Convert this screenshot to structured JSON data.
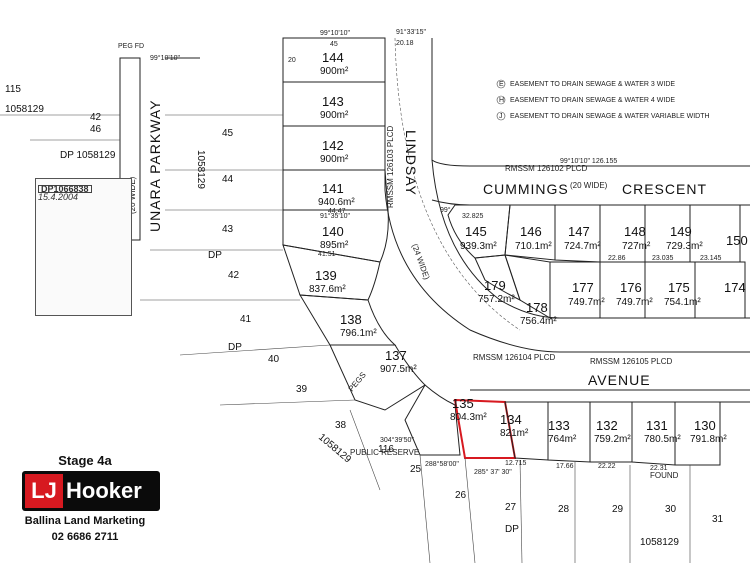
{
  "streets": {
    "lindsay": "LINDSAY",
    "cummings": "CUMMINGS",
    "crescent": "CRESCENT",
    "avenue": "AVENUE",
    "parkway": "UNARA PARKWAY",
    "parkway_width": "(20 WIDE)",
    "lindsay_width": "(24 WIDE)",
    "cummings_width": "(20 WIDE)"
  },
  "legend": [
    "EASEMENT TO DRAIN SEWAGE & WATER 3 WIDE",
    "EASEMENT TO DRAIN SEWAGE & WATER 4 WIDE",
    "EASEMENT TO DRAIN SEWAGE & WATER VARIABLE WIDTH"
  ],
  "legend_keys": [
    "E",
    "H",
    "J"
  ],
  "plans": {
    "dp_1058129_top": "DP 1058129",
    "dp_1058129_left": "1058129",
    "dp_1058129_bottom": "1058129",
    "dp_1058129_right": "1058129",
    "dp_left": "DP",
    "dp_left2": "DP",
    "dp_bottom": "DP",
    "lot_115": "115",
    "lot_115_dp": "1058129",
    "rmssm_1": "RMSSM 126103 PLCD",
    "rmssm_2": "RMSSM 126102 PLCD",
    "rmssm_3": "RMSSM 126104 PLCD",
    "rmssm_4": "RMSSM 126105 PLCD",
    "public_reserve": "PUBLIC RESERVE",
    "pegs": "PEGS",
    "found": "FOUND"
  },
  "certificate": {
    "dp_number": "DP1066838",
    "date": "15.4.2004"
  },
  "lots": [
    {
      "id": "144",
      "area": "900m²"
    },
    {
      "id": "143",
      "area": "900m²"
    },
    {
      "id": "142",
      "area": "900m²"
    },
    {
      "id": "141",
      "area": "940.6m²"
    },
    {
      "id": "140",
      "area": "895m²"
    },
    {
      "id": "139",
      "area": "837.6m²"
    },
    {
      "id": "138",
      "area": "796.1m²"
    },
    {
      "id": "137",
      "area": "907.5m²"
    },
    {
      "id": "135",
      "area": "804.3m²"
    },
    {
      "id": "134",
      "area": "821m²"
    },
    {
      "id": "133",
      "area": "764m²"
    },
    {
      "id": "132",
      "area": "759.2m²"
    },
    {
      "id": "131",
      "area": "780.5m²"
    },
    {
      "id": "130",
      "area": "791.8m²"
    },
    {
      "id": "145",
      "area": "939.3m²"
    },
    {
      "id": "146",
      "area": "710.1m²"
    },
    {
      "id": "147",
      "area": "724.7m²"
    },
    {
      "id": "148",
      "area": "727m²"
    },
    {
      "id": "149",
      "area": "729.3m²"
    },
    {
      "id": "150",
      "area": ""
    },
    {
      "id": "179",
      "area": "757.2m²"
    },
    {
      "id": "178",
      "area": "756.4m²"
    },
    {
      "id": "177",
      "area": "749.7m²"
    },
    {
      "id": "176",
      "area": "749.7m²"
    },
    {
      "id": "175",
      "area": "754.1m²"
    },
    {
      "id": "174",
      "area": ""
    }
  ],
  "old_lots": {
    "l46": "46",
    "l45": "45",
    "l44": "44",
    "l43": "43",
    "l42": "42",
    "l41": "41",
    "l40": "40",
    "l39": "39",
    "l38": "38",
    "l116": "116",
    "l25": "25",
    "l26": "26",
    "l27": "27",
    "l28": "28",
    "l29": "29",
    "l30": "30",
    "l31": "31",
    "l42b": "42"
  },
  "dims": {
    "d1": "99°10'10\"",
    "d2": "20.18",
    "d3": "91°33'15\"",
    "d4": "99°10'10\" 126.155",
    "d5": "45",
    "d6": "20",
    "d7": "44.47",
    "d8": "91°35'10\"",
    "d9": "41.51",
    "d10": "32.825",
    "d11": "99°",
    "d12": "22.86",
    "d13": "23.035",
    "d14": "23.145",
    "d15": "12.715",
    "d16": "22.22",
    "d17": "22.31",
    "d18": "17.66",
    "d19": "285° 37' 30\"",
    "d20": "288°58'00\"",
    "d21": "304°39'50\"",
    "d22": "99°10'10\"",
    "d23": "PEG FD"
  },
  "branding": {
    "stage": "Stage 4a",
    "logo_mark": "LJ",
    "logo_word": "Hooker",
    "company": "Ballina Land Marketing",
    "phone": "02 6686 2711"
  },
  "colors": {
    "highlight": "#d71920",
    "logo_bg": "#0b0b0b"
  }
}
